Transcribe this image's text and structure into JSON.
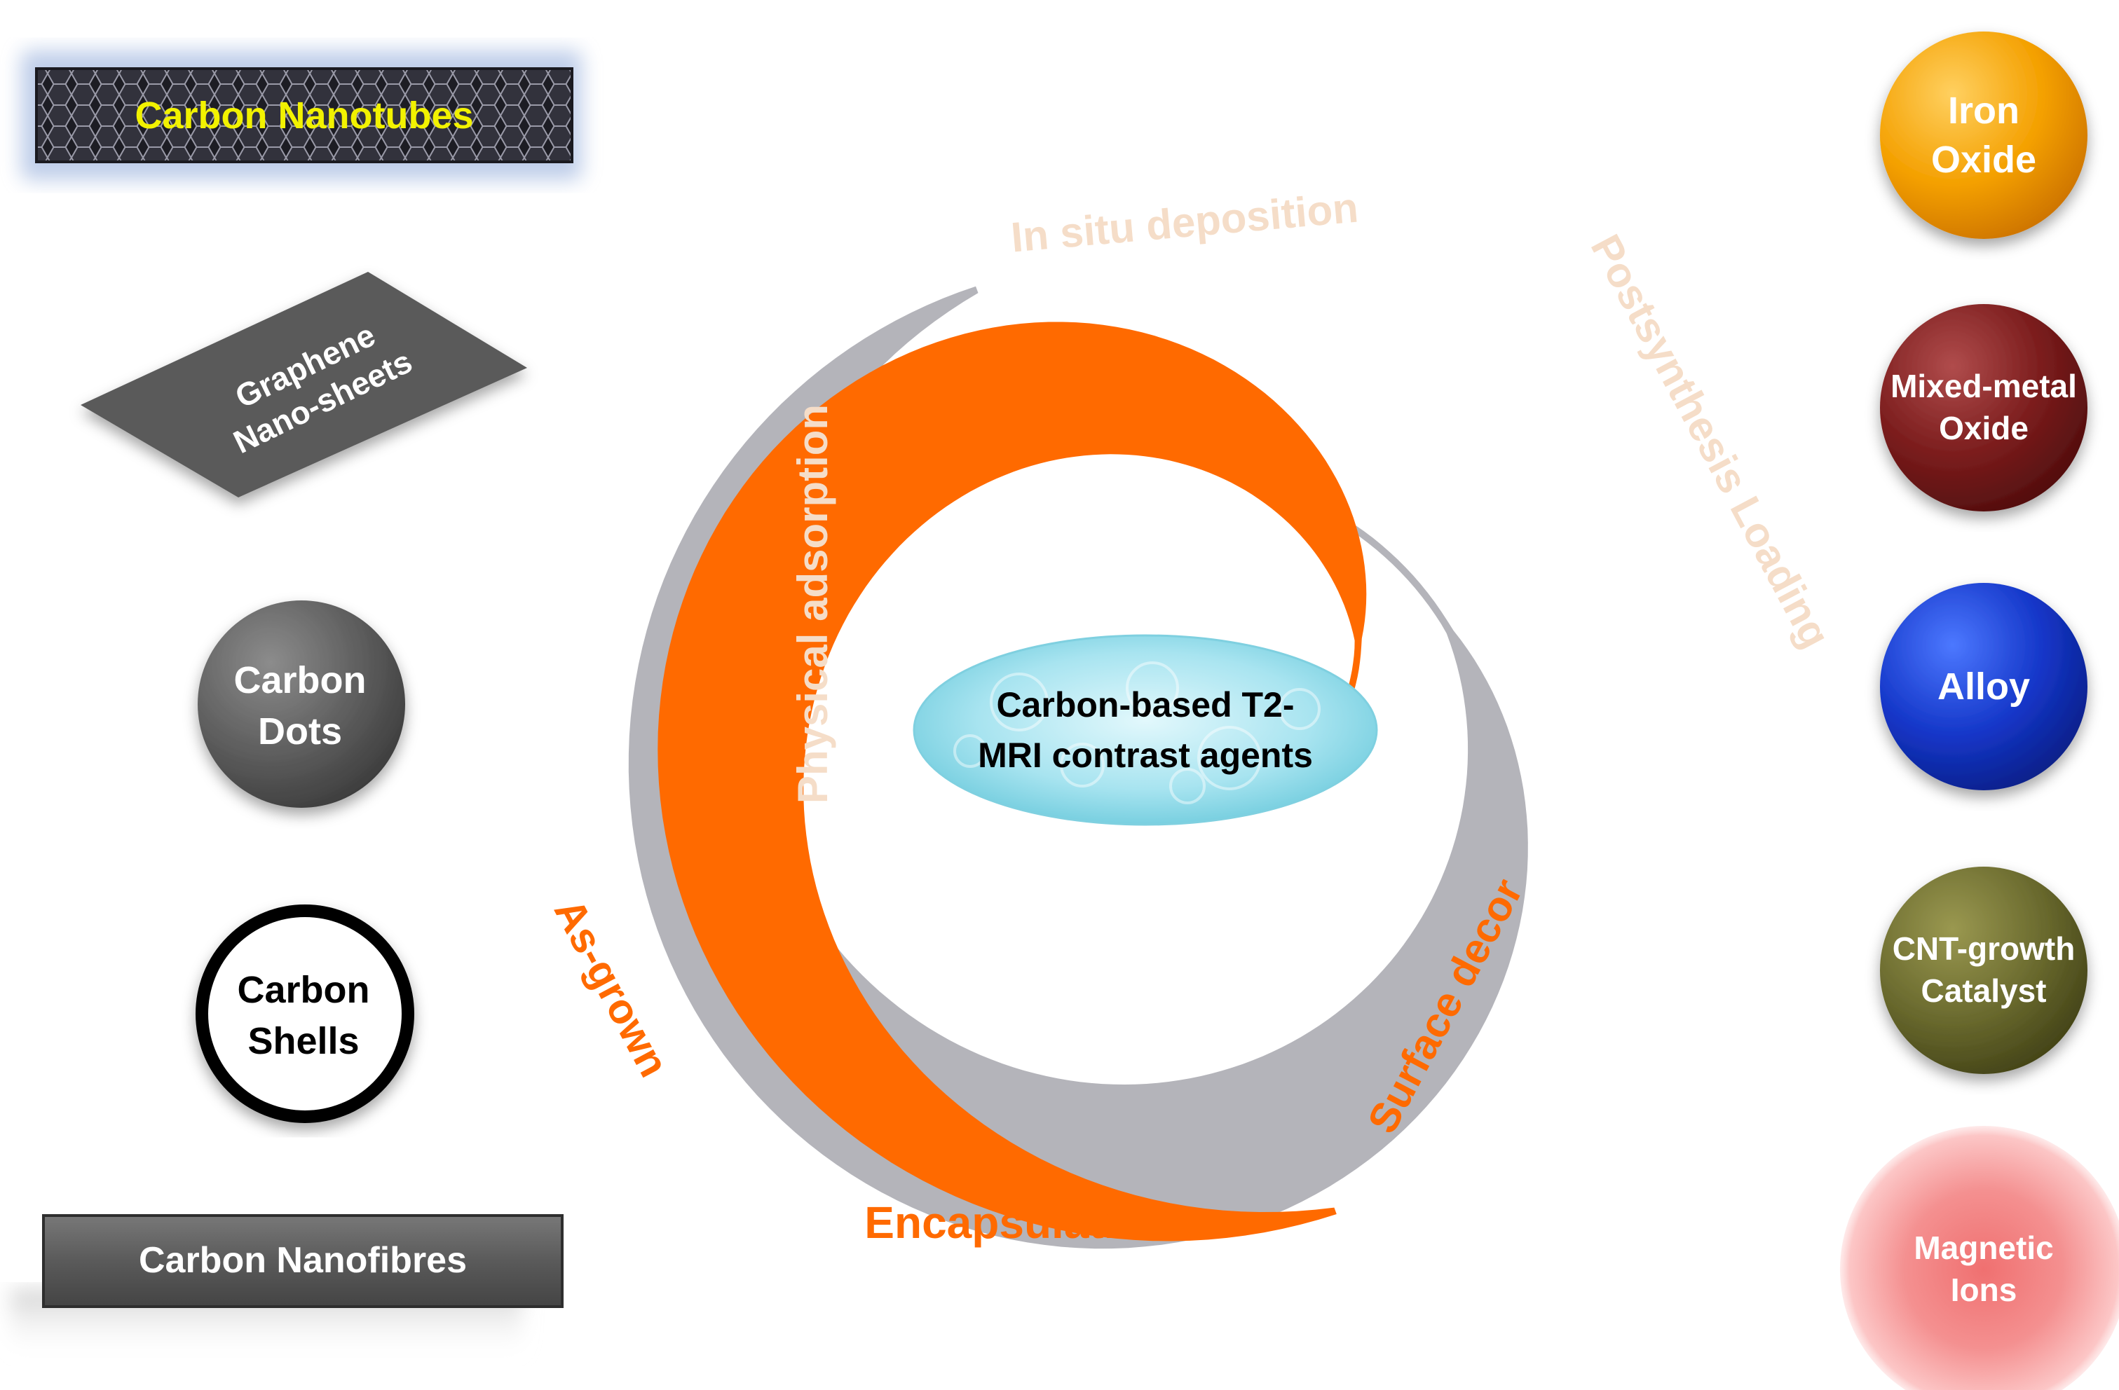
{
  "center": {
    "text": "Carbon-based T2-\nMRI contrast agents"
  },
  "spiral_labels": {
    "in_situ": "In situ deposition",
    "postsynthesis": "Postsynthesis Loading",
    "physical": "Physical adsorption",
    "as_grown": "As-grown",
    "encapsulation": "Encapsulation",
    "surface_decor": "Surface decor"
  },
  "carbon_materials": {
    "nanotubes": "Carbon Nanotubes",
    "graphene": "Graphene\nNano-sheets",
    "dots": "Carbon\nDots",
    "shells": "Carbon\nShells",
    "nanofibres": "Carbon Nanofibres"
  },
  "magnetic_materials": {
    "iron_oxide": "Iron\nOxide",
    "mixed_metal": "Mixed-metal\nOxide",
    "alloy": "Alloy",
    "cnt_catalyst": "CNT-growth\nCatalyst",
    "magnetic_ions": "Magnetic\nIons"
  },
  "colors": {
    "orange": "#ff6a00",
    "gray": "#b4b4ba",
    "label_light": "#f5ddc8",
    "label_orange": "#ff6a00",
    "nanotube_text": "#f2f200"
  }
}
